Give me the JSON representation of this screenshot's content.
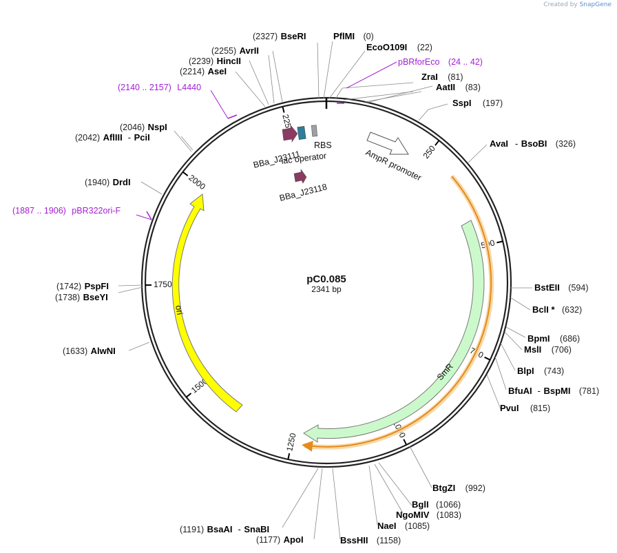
{
  "credit": {
    "prefix": "Created by",
    "brand": "SnapGene"
  },
  "plasmid": {
    "name": "pC0.085",
    "length_label": "2341 bp",
    "length": 2341
  },
  "ticks": [
    {
      "pos": 250,
      "label": "250"
    },
    {
      "pos": 500,
      "label": "500"
    },
    {
      "pos": 750,
      "label": "750"
    },
    {
      "pos": 1000,
      "label": "1000"
    },
    {
      "pos": 1250,
      "label": "1250"
    },
    {
      "pos": 1500,
      "label": "1500"
    },
    {
      "pos": 1750,
      "label": "1750"
    },
    {
      "pos": 2000,
      "label": "2000"
    },
    {
      "pos": 2250,
      "label": "2250"
    }
  ],
  "enzymes": [
    {
      "name": "PflMI",
      "pos_label": "(0)"
    },
    {
      "name": "EcoO109I",
      "pos_label": "(22)"
    },
    {
      "name": "ZraI",
      "pos_label": "(81)"
    },
    {
      "name": "AatII",
      "pos_label": "(83)"
    },
    {
      "name": "SspI",
      "pos_label": "(197)"
    },
    {
      "name": "AvaI",
      "name2": "BsoBI",
      "pos_label": "(326)"
    },
    {
      "name": "BstEII",
      "pos_label": "(594)"
    },
    {
      "name": "BclI *",
      "pos_label": "(632)"
    },
    {
      "name": "BpmI",
      "pos_label": "(686)"
    },
    {
      "name": "MslI",
      "pos_label": "(706)"
    },
    {
      "name": "BlpI",
      "pos_label": "(743)"
    },
    {
      "name": "BfuAI",
      "name2": "BspMI",
      "pos_label": "(781)"
    },
    {
      "name": "PvuI",
      "pos_label": "(815)"
    },
    {
      "name": "BtgZI",
      "pos_label": "(992)"
    },
    {
      "name": "BglI",
      "pos_label": "(1066)"
    },
    {
      "name": "NgoMIV",
      "pos_label": "(1083)"
    },
    {
      "name": "NaeI",
      "pos_label": "(1085)"
    },
    {
      "name": "BssHII",
      "pos_label": "(1158)"
    },
    {
      "name": "ApoI",
      "pos_label": "(1177)"
    },
    {
      "name": "BsaAI",
      "name2": "SnaBI",
      "pos_label": "(1191)"
    },
    {
      "name": "AlwNI",
      "pos_label": "(1633)"
    },
    {
      "name": "BseYI",
      "pos_label": "(1738)"
    },
    {
      "name": "PspFI",
      "pos_label": "(1742)"
    },
    {
      "name": "DrdI",
      "pos_label": "(1940)"
    },
    {
      "name": "AflIII",
      "name2": "PciI",
      "pos_label": "(2042)"
    },
    {
      "name": "NspI",
      "pos_label": "(2046)"
    },
    {
      "name": "AseI",
      "pos_label": "(2214)"
    },
    {
      "name": "HincII",
      "pos_label": "(2239)"
    },
    {
      "name": "AvrII",
      "pos_label": "(2255)"
    },
    {
      "name": "BseRI",
      "pos_label": "(2327)"
    }
  ],
  "primers": [
    {
      "name": "pBRforEco",
      "range": "(24 .. 42)"
    },
    {
      "name": "L4440",
      "range": "(2140 .. 2157)"
    },
    {
      "name": "pBR322ori-F",
      "range": "(1887 .. 1906)"
    }
  ],
  "features": [
    {
      "name": "AmpR promoter",
      "type": "promoter",
      "color": "#ffffff"
    },
    {
      "name": "SmR",
      "type": "CDS",
      "color": "#ccf9cc"
    },
    {
      "name": "ori",
      "type": "rep_origin",
      "color": "#ffff00"
    },
    {
      "name": "BBa_J23111",
      "type": "promoter",
      "color": "#8b3a62"
    },
    {
      "name": "BBa_J23118",
      "type": "promoter",
      "color": "#8b3a62"
    },
    {
      "name": "RBS",
      "type": "RBS",
      "color": "#9ea0a6"
    },
    {
      "name": "lac operator",
      "type": "protein_bind",
      "color": "#2e7d9c"
    }
  ],
  "colors": {
    "primer": "#a21fd4",
    "orf": "#e68a1a",
    "backbone": "#222222"
  }
}
